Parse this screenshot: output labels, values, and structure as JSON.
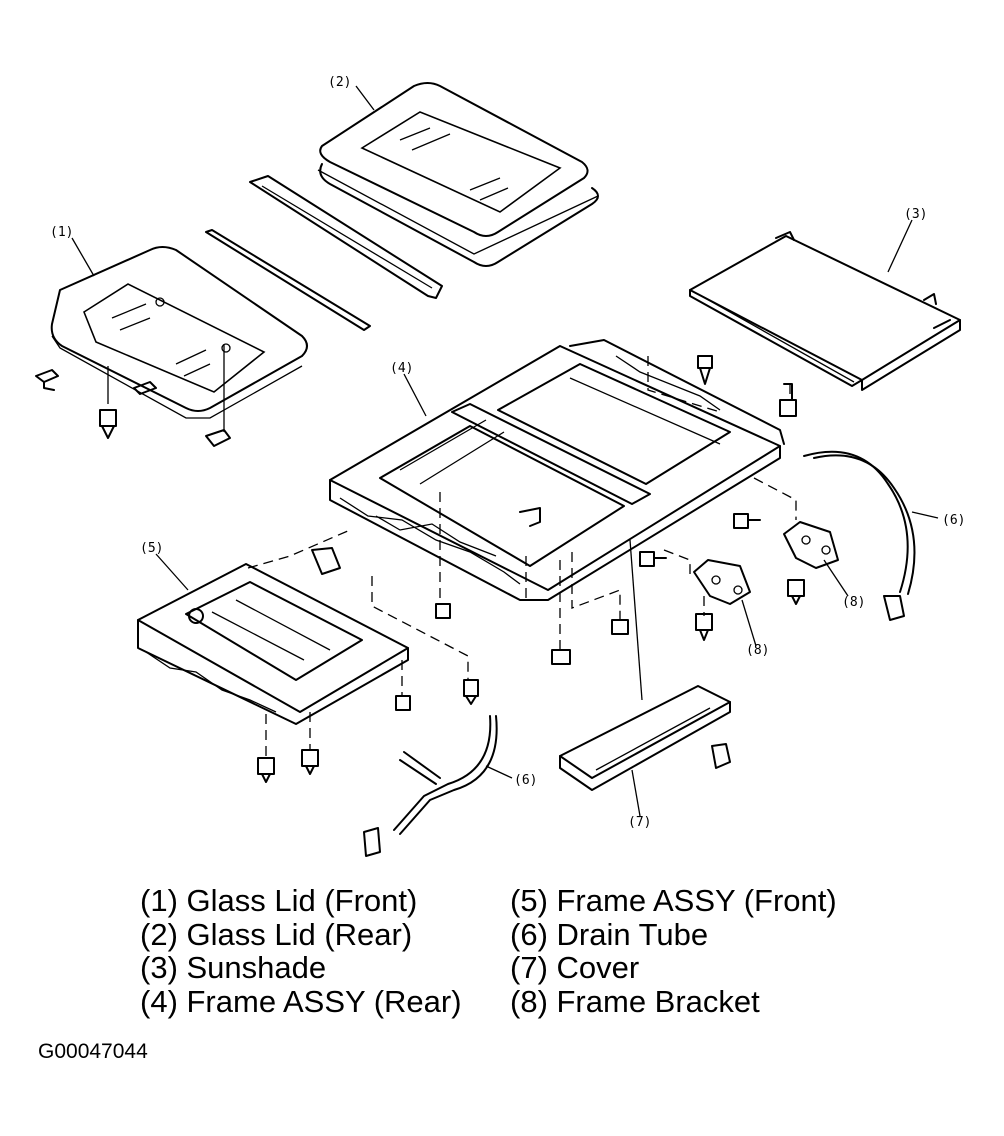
{
  "callouts": {
    "c1": "(1)",
    "c2": "(2)",
    "c3": "(3)",
    "c4": "(4)",
    "c5": "(5)",
    "c6a": "(6)",
    "c6b": "(6)",
    "c7": "(7)",
    "c8a": "(8)",
    "c8b": "(8)"
  },
  "legend": {
    "left": [
      "(1) Glass Lid (Front)",
      "(2) Glass Lid (Rear)",
      "(3) Sunshade",
      "(4) Frame ASSY (Rear)"
    ],
    "right": [
      "(5) Frame ASSY (Front)",
      "(6) Drain Tube",
      "(7) Cover",
      "(8) Frame Bracket"
    ]
  },
  "figure_id": "G00047044"
}
